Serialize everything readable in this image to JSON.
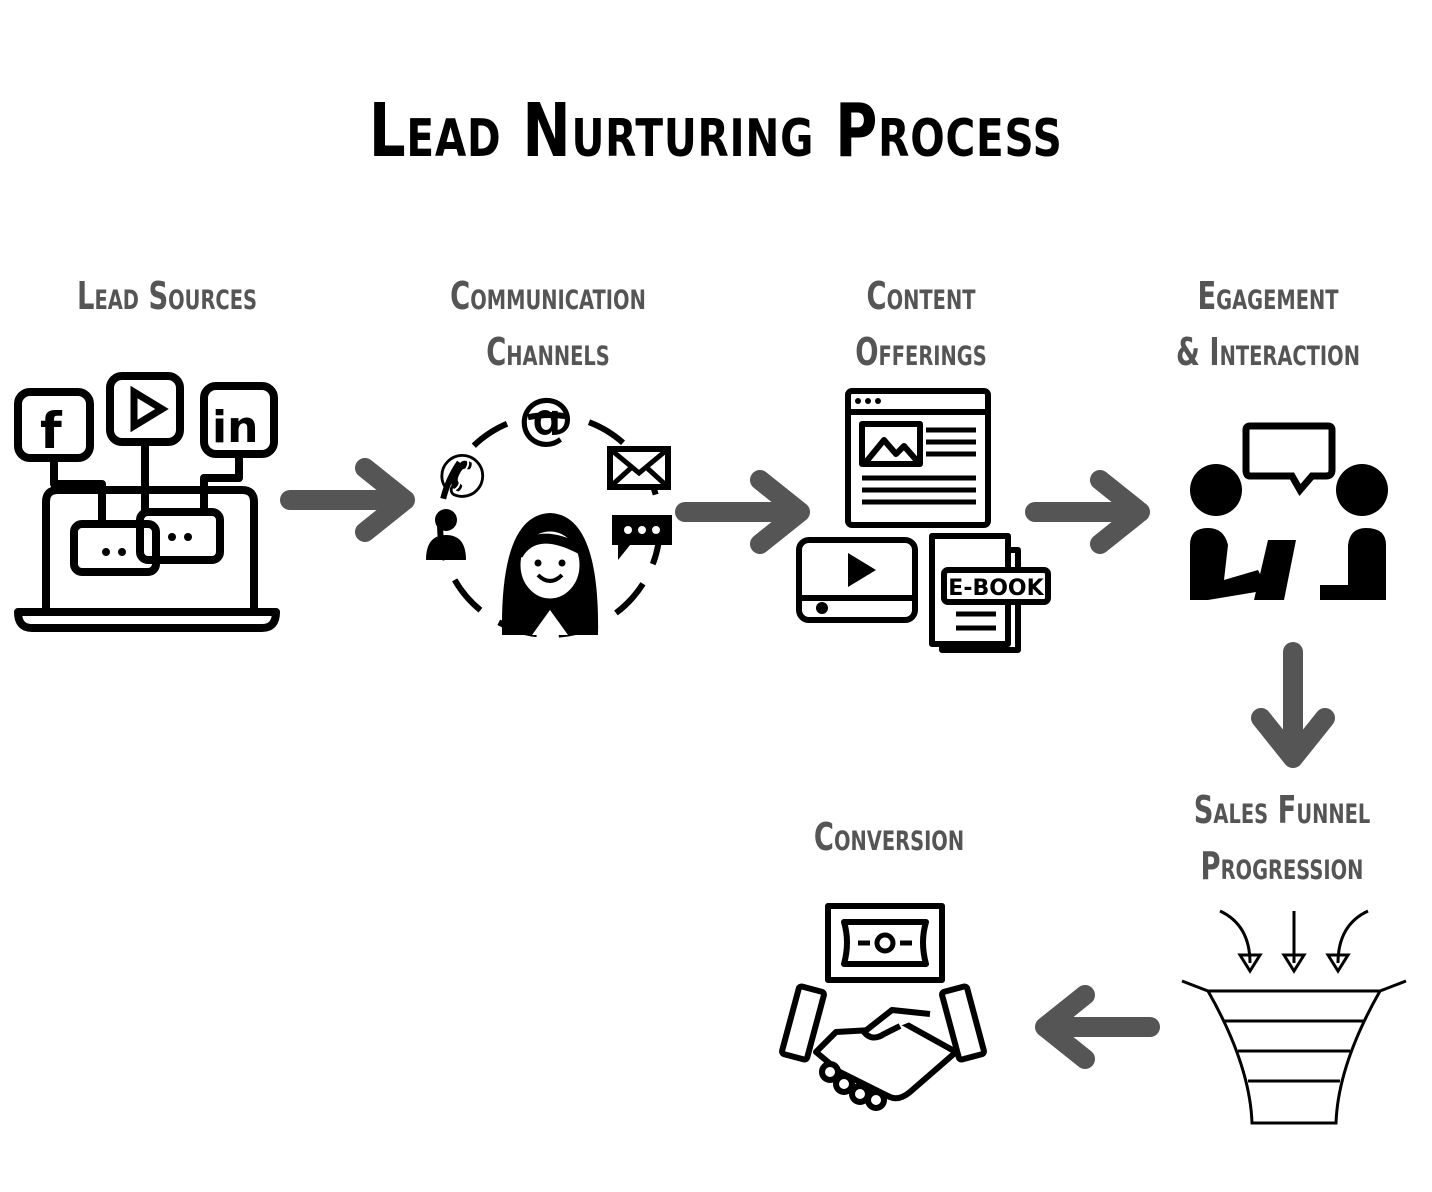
{
  "title": "Lead Nurturing Process",
  "steps": [
    {
      "line1": "Lead Sources",
      "line2": "",
      "icon": "laptop-social-icon"
    },
    {
      "line1": "Communication",
      "line2": "Channels",
      "icon": "communication-channels-icon"
    },
    {
      "line1": "Content",
      "line2": "Offerings",
      "icon": "content-icon",
      "ebook_label": "E-BOOK"
    },
    {
      "line1": "Egagement",
      "line2": "& Interaction",
      "icon": "conversation-icon"
    },
    {
      "line1": "Sales Funnel",
      "line2": "Progression",
      "icon": "funnel-icon"
    },
    {
      "line1": "Conversion",
      "line2": "",
      "icon": "handshake-money-icon"
    }
  ],
  "colors": {
    "title": "#000000",
    "label": "#555555",
    "arrow": "#555555",
    "icon": "#000000"
  }
}
